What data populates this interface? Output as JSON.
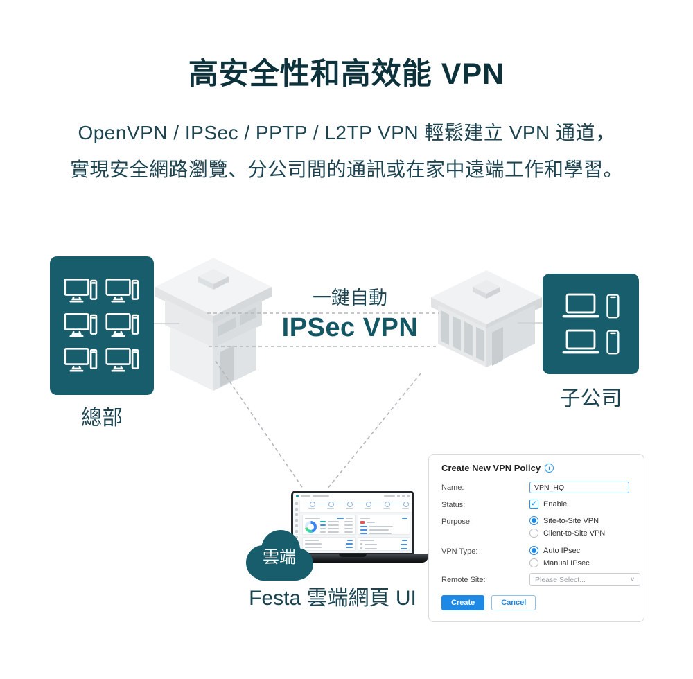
{
  "header": {
    "title": "高安全性和高效能 VPN",
    "subtitle_line1": "OpenVPN / IPSec / PPTP / L2TP VPN 輕鬆建立 VPN 通道，",
    "subtitle_line2": "實現安全網路瀏覽、分公司間的通訊或在家中遠端工作和學習。"
  },
  "diagram": {
    "hq": {
      "label": "總部"
    },
    "branch": {
      "label": "子公司"
    },
    "tunnel": {
      "tagline": "一鍵自動",
      "name": "IPSec VPN"
    },
    "cloud": {
      "label": "雲端"
    },
    "laptop_caption": "Festa 雲端網頁 UI"
  },
  "vpn_form": {
    "title": "Create New VPN Policy",
    "name": {
      "label": "Name:",
      "value": "VPN_HQ"
    },
    "status": {
      "label": "Status:",
      "option": "Enable",
      "checked": true,
      "checkmark": "✓"
    },
    "purpose": {
      "label": "Purpose:",
      "options": [
        {
          "label": "Site-to-Site VPN"
        },
        {
          "label": "Client-to-Site VPN"
        }
      ],
      "selected": "Site-to-Site VPN"
    },
    "vpn_type": {
      "label": "VPN Type:",
      "options": [
        {
          "label": "Auto IPsec"
        },
        {
          "label": "Manual IPsec"
        }
      ],
      "selected": "Auto IPsec"
    },
    "remote_site": {
      "label": "Remote Site:",
      "placeholder": "Please Select...",
      "chevron": "∨"
    },
    "buttons": {
      "create": "Create",
      "cancel": "Cancel"
    },
    "info_glyph": "i"
  },
  "colors": {
    "teal_box": "#175d6c",
    "title_text": "#0d323c",
    "body_text": "#1d4450",
    "tunnel_text": "#135764",
    "accent_blue": "#1e88e5",
    "dashed_line": "#b3b7ba"
  }
}
